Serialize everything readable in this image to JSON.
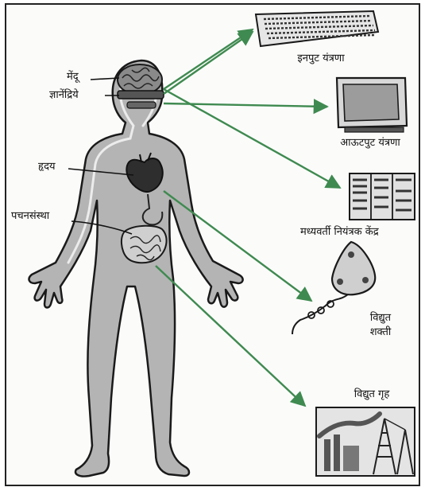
{
  "body_labels": {
    "brain": "मेंदू",
    "senses": "ज्ञानेंद्रिये",
    "heart": "हृदय",
    "digestive": "पचनसंस्था"
  },
  "machine_labels": {
    "input": "इनपुट यंत्रणा",
    "output": "आऊटपुट यंत्रणा",
    "cpu": "मध्यवर्ती नियंत्रक केंद्र",
    "power_line1": "विद्युत",
    "power_line2": "शक्ती",
    "plant": "विद्युत गृह"
  },
  "colors": {
    "arrow": "#3f8a50",
    "body_fill": "#b4b4b4",
    "outline": "#1a1a1a"
  },
  "icons": [
    "keyboard-icon",
    "monitor-icon",
    "cabinet-icon",
    "plug-icon",
    "power-plant-icon"
  ]
}
